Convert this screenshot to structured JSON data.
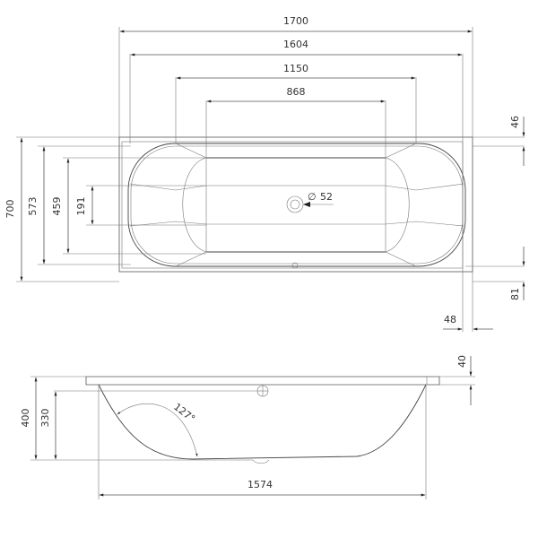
{
  "top_view": {
    "overall_length": "1700",
    "inner_length_1": "1604",
    "inner_length_2": "1150",
    "inner_length_3": "868",
    "overall_width": "700",
    "inner_width_1": "573",
    "inner_width_2": "459",
    "inner_width_3": "191",
    "drain_diameter": "52",
    "drain_diameter_symbol": "∅",
    "rim_top_offset": "46",
    "rim_bottom_offset": "81",
    "rim_side_offset": "48"
  },
  "side_view": {
    "overall_height": "400",
    "inner_depth": "330",
    "rim_thickness": "40",
    "bottom_length": "1574",
    "backrest_angle": "127°"
  }
}
